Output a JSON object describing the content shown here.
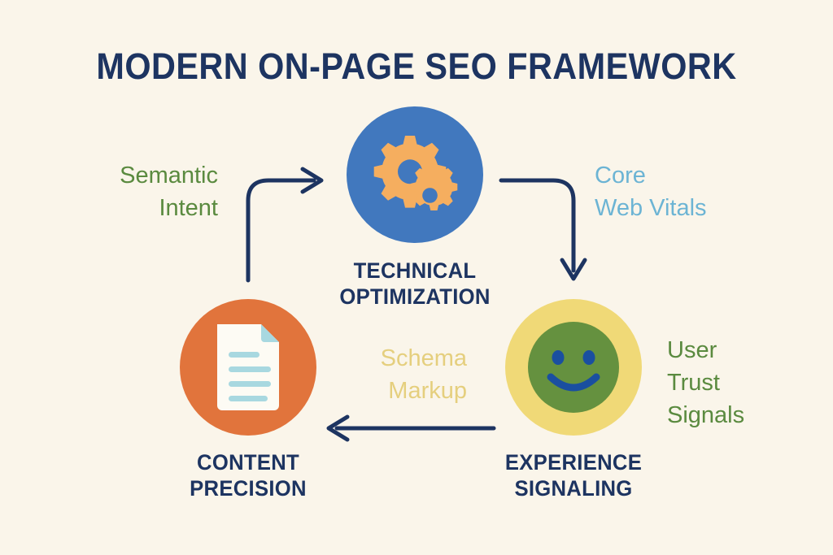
{
  "page": {
    "background_color": "#faf5ea",
    "title": "MODERN ON-PAGE SEO FRAMEWORK",
    "title_color": "#1d3461"
  },
  "nodes": [
    {
      "id": "technical",
      "label_line1": "TECHNICAL",
      "label_line2": "OPTIMIZATION",
      "circle_color": "#4178be",
      "icon": "gears-icon",
      "icon_color": "#f5ae5f",
      "label_color": "#1d3461"
    },
    {
      "id": "content",
      "label_line1": "CONTENT",
      "label_line2": "PRECISION",
      "circle_color": "#e1743c",
      "icon": "document-icon",
      "icon_color": "#fdfbf4",
      "icon_accent_color": "#a8d8e0",
      "label_color": "#1d3461"
    },
    {
      "id": "experience",
      "label_line1": "EXPERIENCE",
      "label_line2": "SIGNALING",
      "circle_color": "#f0d977",
      "icon": "smiley-face-icon",
      "icon_color": "#65913f",
      "icon_accent_color": "#1a4fa0",
      "label_color": "#1d3461"
    }
  ],
  "edges": [
    {
      "id": "semantic-intent",
      "line1": "Semantic",
      "line2": "Intent",
      "color": "#5a8a3f",
      "arrow": "content-to-technical"
    },
    {
      "id": "core-web-vitals",
      "line1": "Core",
      "line2": "Web Vitals",
      "color": "#6cb4d4",
      "arrow": "technical-to-experience"
    },
    {
      "id": "user-trust-signals",
      "line1": "User",
      "line2": "Trust",
      "line3": "Signals",
      "color": "#5a8a3f",
      "arrow": "experience-to-content"
    },
    {
      "id": "schema-markup",
      "line1": "Schema",
      "line2": "Markup",
      "color": "#e5cf7e",
      "arrow": "experience-to-content"
    }
  ],
  "arrows": {
    "color": "#1d3461",
    "items": [
      {
        "id": "arrow-content-to-technical",
        "direction": "up-then-right"
      },
      {
        "id": "arrow-technical-to-experience",
        "direction": "right-then-down"
      },
      {
        "id": "arrow-experience-to-content",
        "direction": "left"
      }
    ]
  }
}
